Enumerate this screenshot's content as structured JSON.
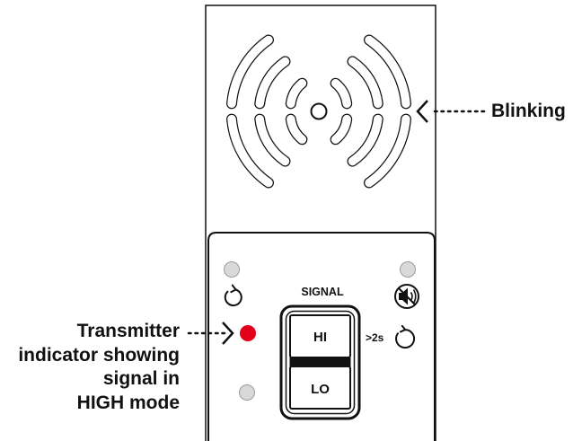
{
  "callouts": {
    "blinking": "Blinking",
    "transmitter_lines": [
      "Transmitter",
      "indicator showing",
      "signal in",
      "HIGH mode"
    ]
  },
  "panel": {
    "signal_title": "SIGNAL",
    "hi_label": "HI",
    "lo_label": "LO",
    "hold_label": ">2s"
  },
  "icons": {
    "speaker": "sound-waves-icon",
    "reset": "refresh-icon",
    "mute": "mute-speaker-icon",
    "hold_reset": "refresh-icon"
  },
  "indicators": {
    "transmitter": "active",
    "top_left": "off",
    "top_right": "off",
    "bottom_left": "off"
  },
  "colors": {
    "active_led": "#e3001b",
    "idle_led": "#d9d9d9",
    "outline": "#111111"
  }
}
